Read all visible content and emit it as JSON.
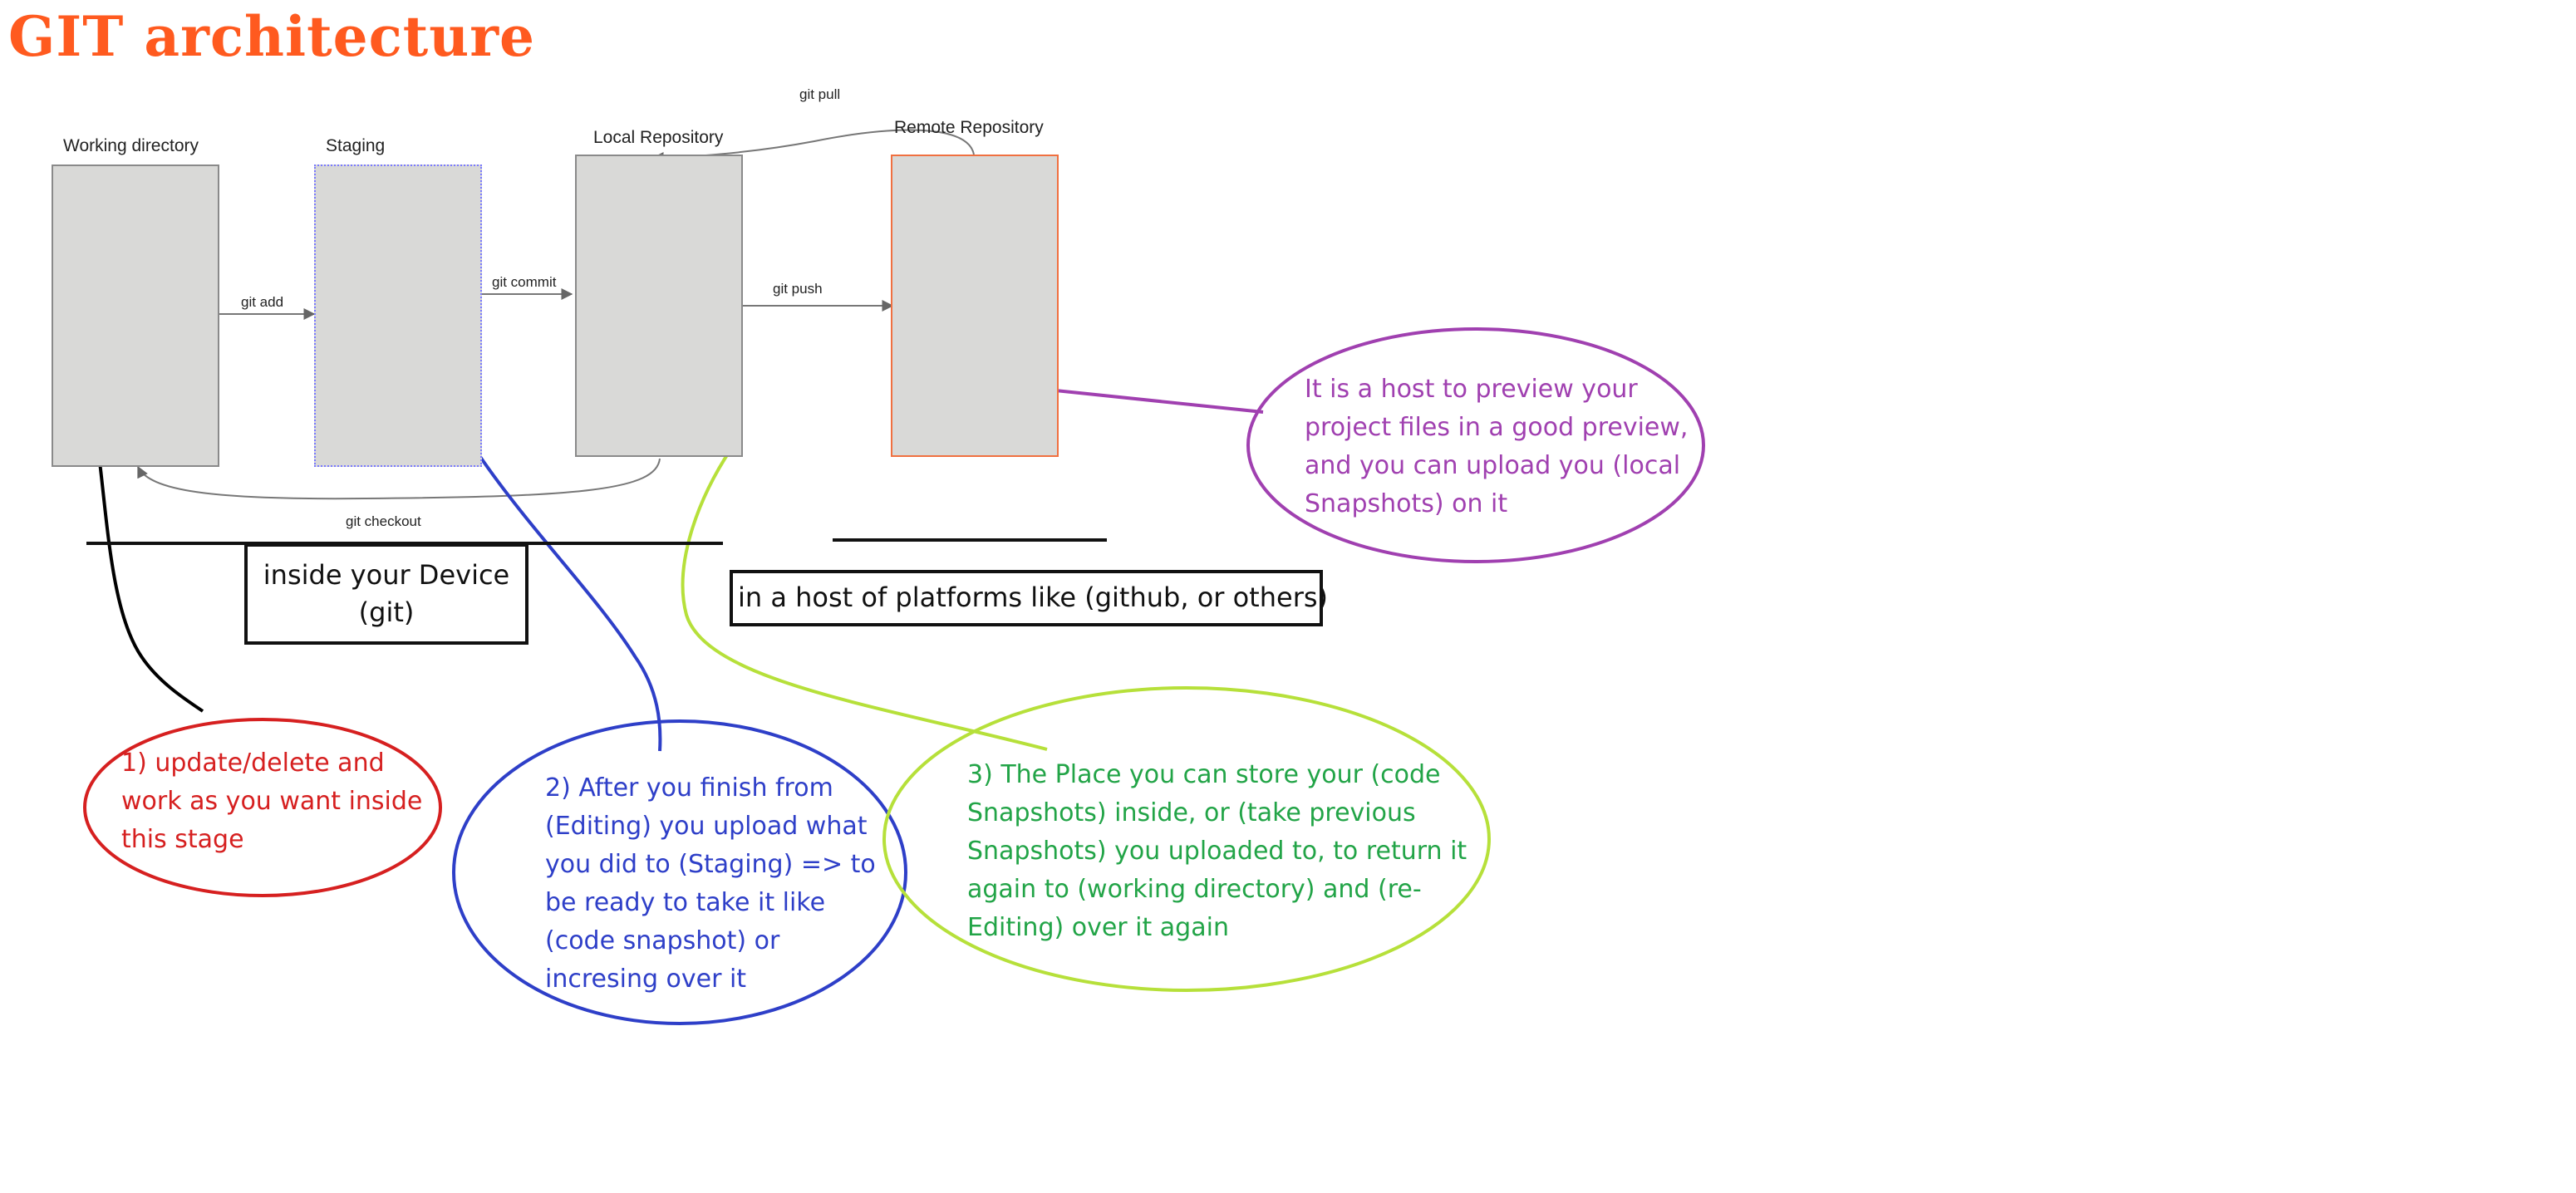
{
  "title": "GIT architecture",
  "stages": {
    "working": "Working directory",
    "staging": "Staging",
    "local": "Local Repository",
    "remote": "Remote Repository"
  },
  "commands": {
    "add": "git add",
    "commit": "git commit",
    "push": "git push",
    "pull": "git pull",
    "checkout": "git checkout"
  },
  "zones": {
    "device_line1": "inside your Device",
    "device_line2": "(git)",
    "host": "in a host of platforms like (github, or others)"
  },
  "notes": {
    "working": "1) update/delete and work as you want inside this stage",
    "staging": "2) After you finish from (Editing) you upload what you did to (Staging) => to be ready to take it like (code snapshot) or incresing over it",
    "local": "3) The Place you can store your (code Snapshots) inside, or (take previous Snapshots) you uploaded to, to return it again to (working directory) and (re-Editing) over it again",
    "remote": "It is a host to preview your project files in a good preview, and you can upload you (local Snapshots) on it"
  },
  "colors": {
    "title": "#ff5a1f",
    "working_note": "#d62020",
    "staging_note": "#2e3fc8",
    "local_note": "#22a447",
    "remote_note": "#a040b0",
    "local_ellipse": "#b6e03a"
  }
}
